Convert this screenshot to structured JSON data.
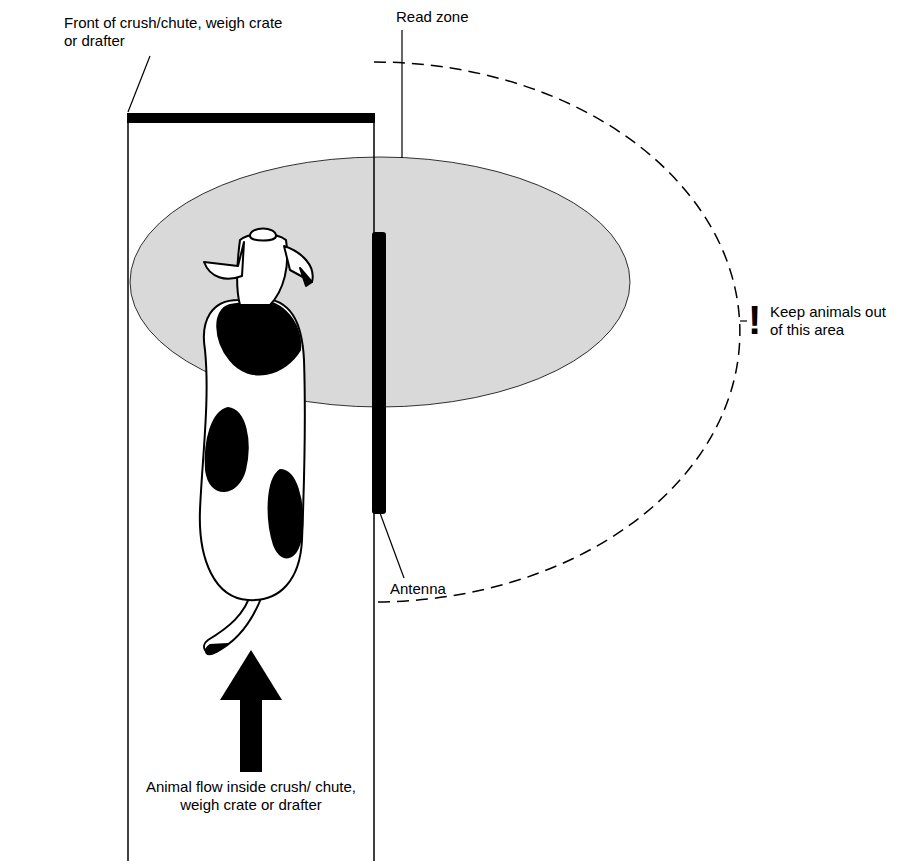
{
  "diagram": {
    "labels": [
      "Front of crush/chute, weigh crate or drafter",
      "Read zone",
      "!",
      "Keep animals out of this area",
      "Antenna",
      "Animal flow inside crush/ chute, weigh crate or drafter"
    ]
  }
}
